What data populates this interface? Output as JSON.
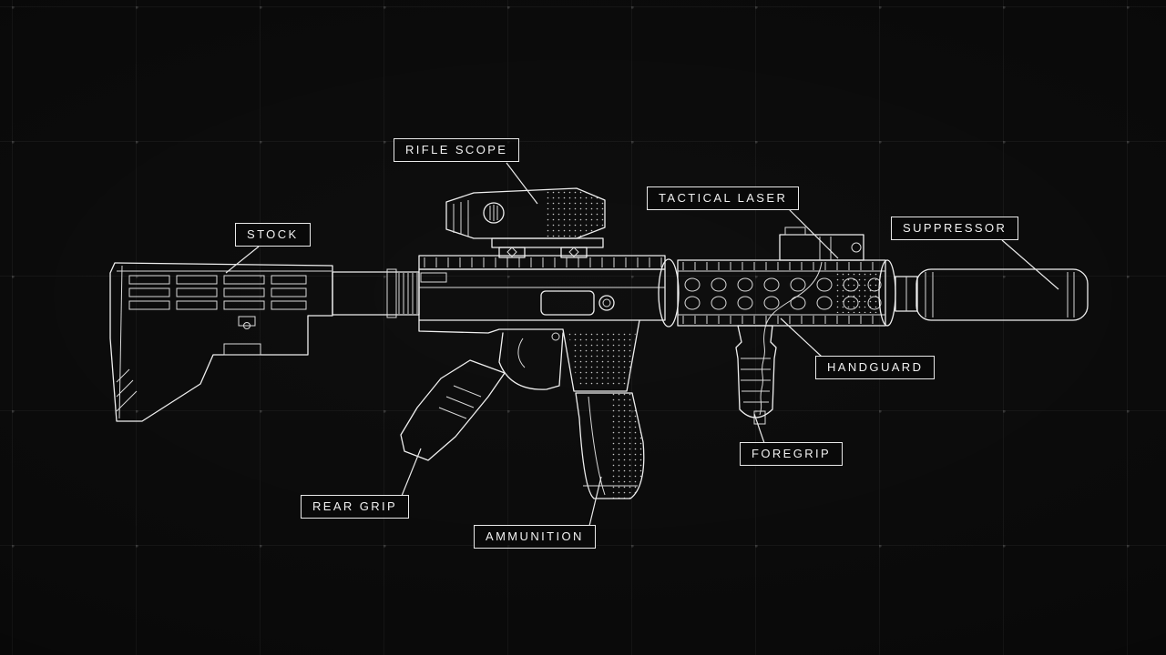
{
  "diagram": {
    "labels": [
      {
        "id": "rifle-scope",
        "text": "RIFLE SCOPE"
      },
      {
        "id": "tactical-laser",
        "text": "TACTICAL LASER"
      },
      {
        "id": "suppressor",
        "text": "SUPPRESSOR"
      },
      {
        "id": "stock",
        "text": "STOCK"
      },
      {
        "id": "handguard",
        "text": "HANDGUARD"
      },
      {
        "id": "foregrip",
        "text": "FOREGRIP"
      },
      {
        "id": "rear-grip",
        "text": "REAR GRIP"
      },
      {
        "id": "ammunition",
        "text": "AMMUNITION"
      }
    ],
    "colors": {
      "background": "#0a0a0a",
      "line": "#efefef",
      "grid": "#1c1c1c"
    }
  }
}
